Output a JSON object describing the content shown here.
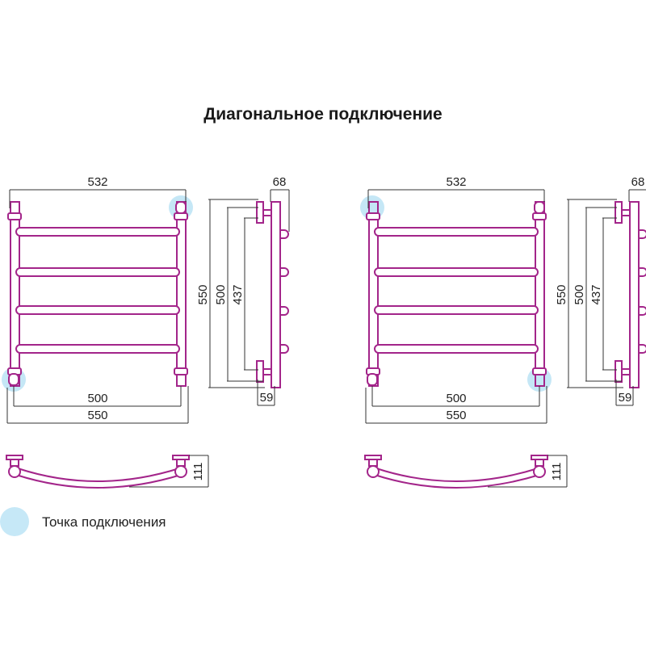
{
  "title": "Диагональное подключение",
  "colors": {
    "frame": "#a3258a",
    "connection_point": "#bfe4f5"
  },
  "diagrams": [
    {
      "name": "left",
      "connections": [
        "bottom-left",
        "top-right"
      ],
      "dims": {
        "top_width": "532",
        "axis_width": "500",
        "total_width": "550",
        "depth_top": "68",
        "height_total": "550",
        "height_axis": "500",
        "height_inner": "437",
        "depth_bottom": "59",
        "bend_depth": "111"
      }
    },
    {
      "name": "right",
      "connections": [
        "top-left",
        "bottom-right"
      ],
      "dims": {
        "top_width": "532",
        "axis_width": "500",
        "total_width": "550",
        "depth_top": "68",
        "height_total": "550",
        "height_axis": "500",
        "height_inner": "437",
        "depth_bottom": "59",
        "bend_depth": "111"
      }
    }
  ],
  "legend": {
    "label": "Точка подключения"
  }
}
